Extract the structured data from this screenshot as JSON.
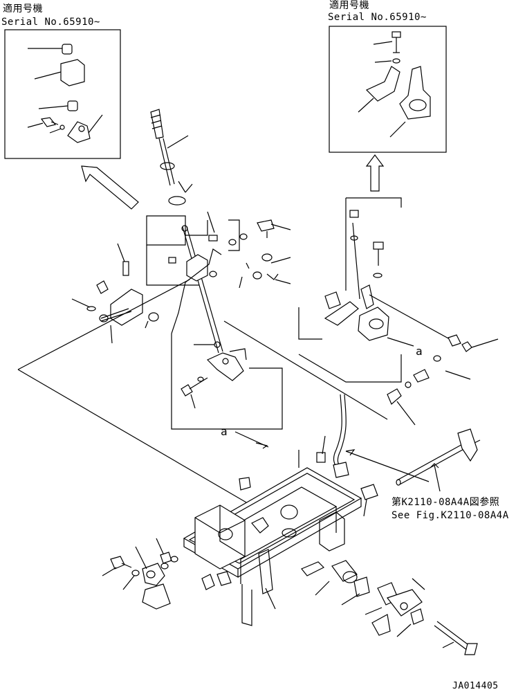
{
  "inset_left": {
    "applicable_jp": "適用号機",
    "serial": "Serial No.65910~"
  },
  "inset_right": {
    "applicable_jp": "適用号機",
    "serial": "Serial No.65910~"
  },
  "reference_note": {
    "jp": "第K2110-08A4A図参照",
    "en": "See Fig.K2110-08A4A"
  },
  "markers": {
    "a_lower": "a",
    "a_right": "a"
  },
  "drawing_id": "JA014405"
}
